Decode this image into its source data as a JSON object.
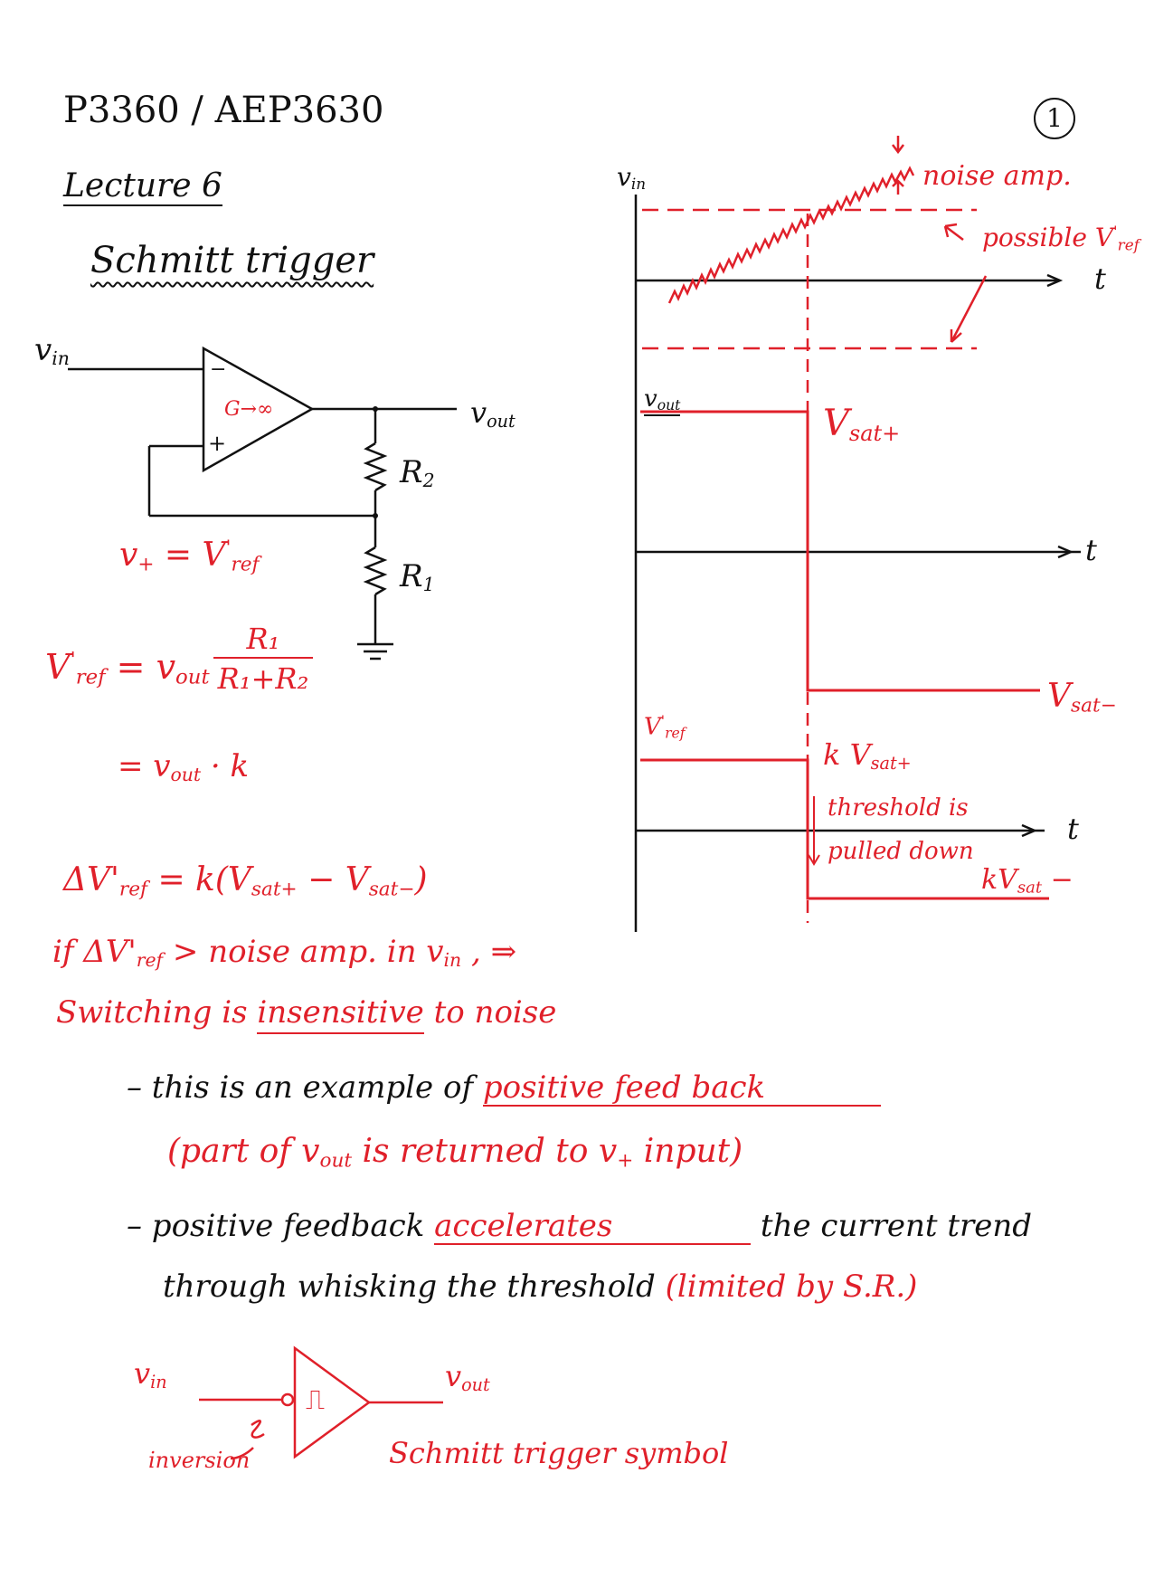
{
  "header": {
    "course": "P3360 / AEP3630",
    "lecture": "Lecture 6",
    "page_number": "1",
    "topic": "Schmitt trigger"
  },
  "circuit": {
    "input_label": "v",
    "input_sub": "in",
    "minus_sign": "−",
    "plus_sign": "+",
    "gain_label": "G→∞",
    "output_label": "v",
    "output_sub": "out",
    "r2_label": "R",
    "r2_sub": "2",
    "r1_label": "R",
    "r1_sub": "1",
    "vplus_prefix": "v",
    "vplus_sub": "+",
    "vplus_mid": " = V",
    "vplus_sup": "'",
    "vplus_sub2": "ref"
  },
  "equations": {
    "vref_lhs": "V",
    "vref_lhs_sup": "'",
    "vref_lhs_sub": "ref",
    "vref_eq": "= v",
    "vref_eq_sub": "out",
    "vref_numerator": "R₁",
    "vref_denominator": "R₁+R₂",
    "vref_k": "= v",
    "vref_k_sub": "out",
    "vref_k_tail": " · k",
    "delta": "ΔV'",
    "delta_sub": "ref",
    "delta_rhs": " = k(V",
    "delta_s1": "sat+",
    "delta_minus": " − V",
    "delta_s2": "sat−",
    "delta_close": ")"
  },
  "graphs": {
    "vin_axis_label": "v",
    "vin_axis_sub": "in",
    "t_label": "t",
    "noise_amp_label": "noise amp.",
    "possible_vref_label": "possible V",
    "possible_vref_sup": "'",
    "possible_vref_sub": "ref",
    "vout_axis_label": "v",
    "vout_axis_sub": "out",
    "vsat_plus_label": "V",
    "vsat_plus_sub": "sat+",
    "vsat_minus_label": "V",
    "vsat_minus_sub": "sat−",
    "vref_axis_label": "V",
    "vref_axis_sup": "'",
    "vref_axis_sub": "ref",
    "kvsat_plus_label": "k V",
    "kvsat_plus_sub": "sat+",
    "threshold_note_1": "threshold is",
    "threshold_note_2": "pulled down",
    "kvsat_minus_label": "kV",
    "kvsat_minus_sub": "sat",
    "kvsat_minus_tail": " −"
  },
  "notes": {
    "line1_pre": "if ΔV'",
    "line1_sub": "ref",
    "line1_post": " > noise amp. in v",
    "line1_sub2": "in",
    "line1_arrow": " , ⇒",
    "line2_pre": "Switching is ",
    "line2_under": "insensitive",
    "line2_post": " to noise",
    "bullet1_pre": "– this is an example of ",
    "bullet1_under": "positive feed back",
    "bullet1_paren": "(part of v",
    "bullet1_paren_sub": "out",
    "bullet1_paren_mid": " is returned to v",
    "bullet1_paren_sub2": "+",
    "bullet1_paren_end": " input)",
    "bullet2_pre": "– positive feedback ",
    "bullet2_under": "accelerates",
    "bullet2_post": " the current trend",
    "bullet2_line2": "through whisking the threshold ",
    "bullet2_red": "(limited by S.R.)"
  },
  "symbol": {
    "vin": "v",
    "vin_sub": "in",
    "vout": "v",
    "vout_sub": "out",
    "inversion_label": "inversion",
    "symbol_caption": "Schmitt trigger symbol",
    "glyph": "⎍"
  },
  "colors": {
    "ink": "#111111",
    "red": "#e0202a"
  }
}
